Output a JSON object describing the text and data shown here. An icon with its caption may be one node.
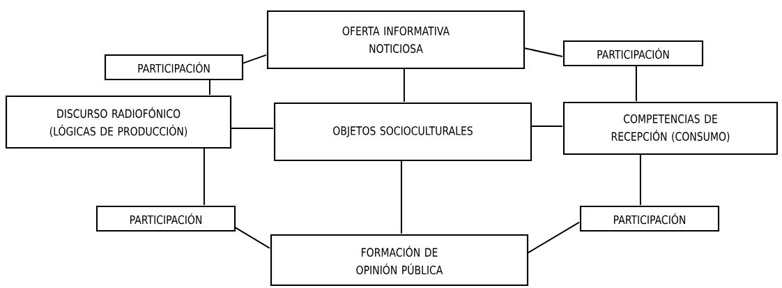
{
  "diagram": {
    "nodes": [
      {
        "text": [
          "OFERTA INFORMATIVA NOTICIOSA"
        ]
      },
      {
        "text": [
          "PARTICIPACIÓN"
        ]
      },
      {
        "text": [
          "PARTICIPACIÓN"
        ]
      },
      {
        "text": [
          "DISCURSO RADIOFÓNICO (LÓGICAS DE PRODUCCIÓN)"
        ]
      },
      {
        "text": [
          "OBJETOS SOCIOCULTURALES"
        ]
      },
      {
        "text": [
          "COMPETENCIAS DE RECEPCIÓN (CONSUMO)"
        ]
      },
      {
        "text": [
          "PARTICIPACIÓN"
        ]
      },
      {
        "text": [
          "PARTICIPACIÓN"
        ]
      },
      {
        "text": [
          "FORMACIÓN DE OPINIÓN PÚBLICA"
        ]
      }
    ],
    "edges": [
      {
        "from": 1,
        "to": 0,
        "arrow": "none"
      },
      {
        "from": 0,
        "to": 2,
        "arrow": "none"
      },
      {
        "from": 1,
        "to": 3,
        "arrow": "none"
      },
      {
        "from": 0,
        "to": 4,
        "arrow": "none"
      },
      {
        "from": 3,
        "to": 4,
        "arrow": "none"
      },
      {
        "from": 4,
        "to": 5,
        "arrow": "none"
      },
      {
        "from": 2,
        "to": 5,
        "arrow": "none"
      },
      {
        "from": 3,
        "to": 6,
        "arrow": "none"
      },
      {
        "from": 4,
        "to": 8,
        "arrow": "none"
      },
      {
        "from": 5,
        "to": 7,
        "arrow": "none"
      },
      {
        "from": 6,
        "to": 8,
        "arrow": "none"
      },
      {
        "from": 7,
        "to": 8,
        "arrow": "none"
      }
    ]
  }
}
